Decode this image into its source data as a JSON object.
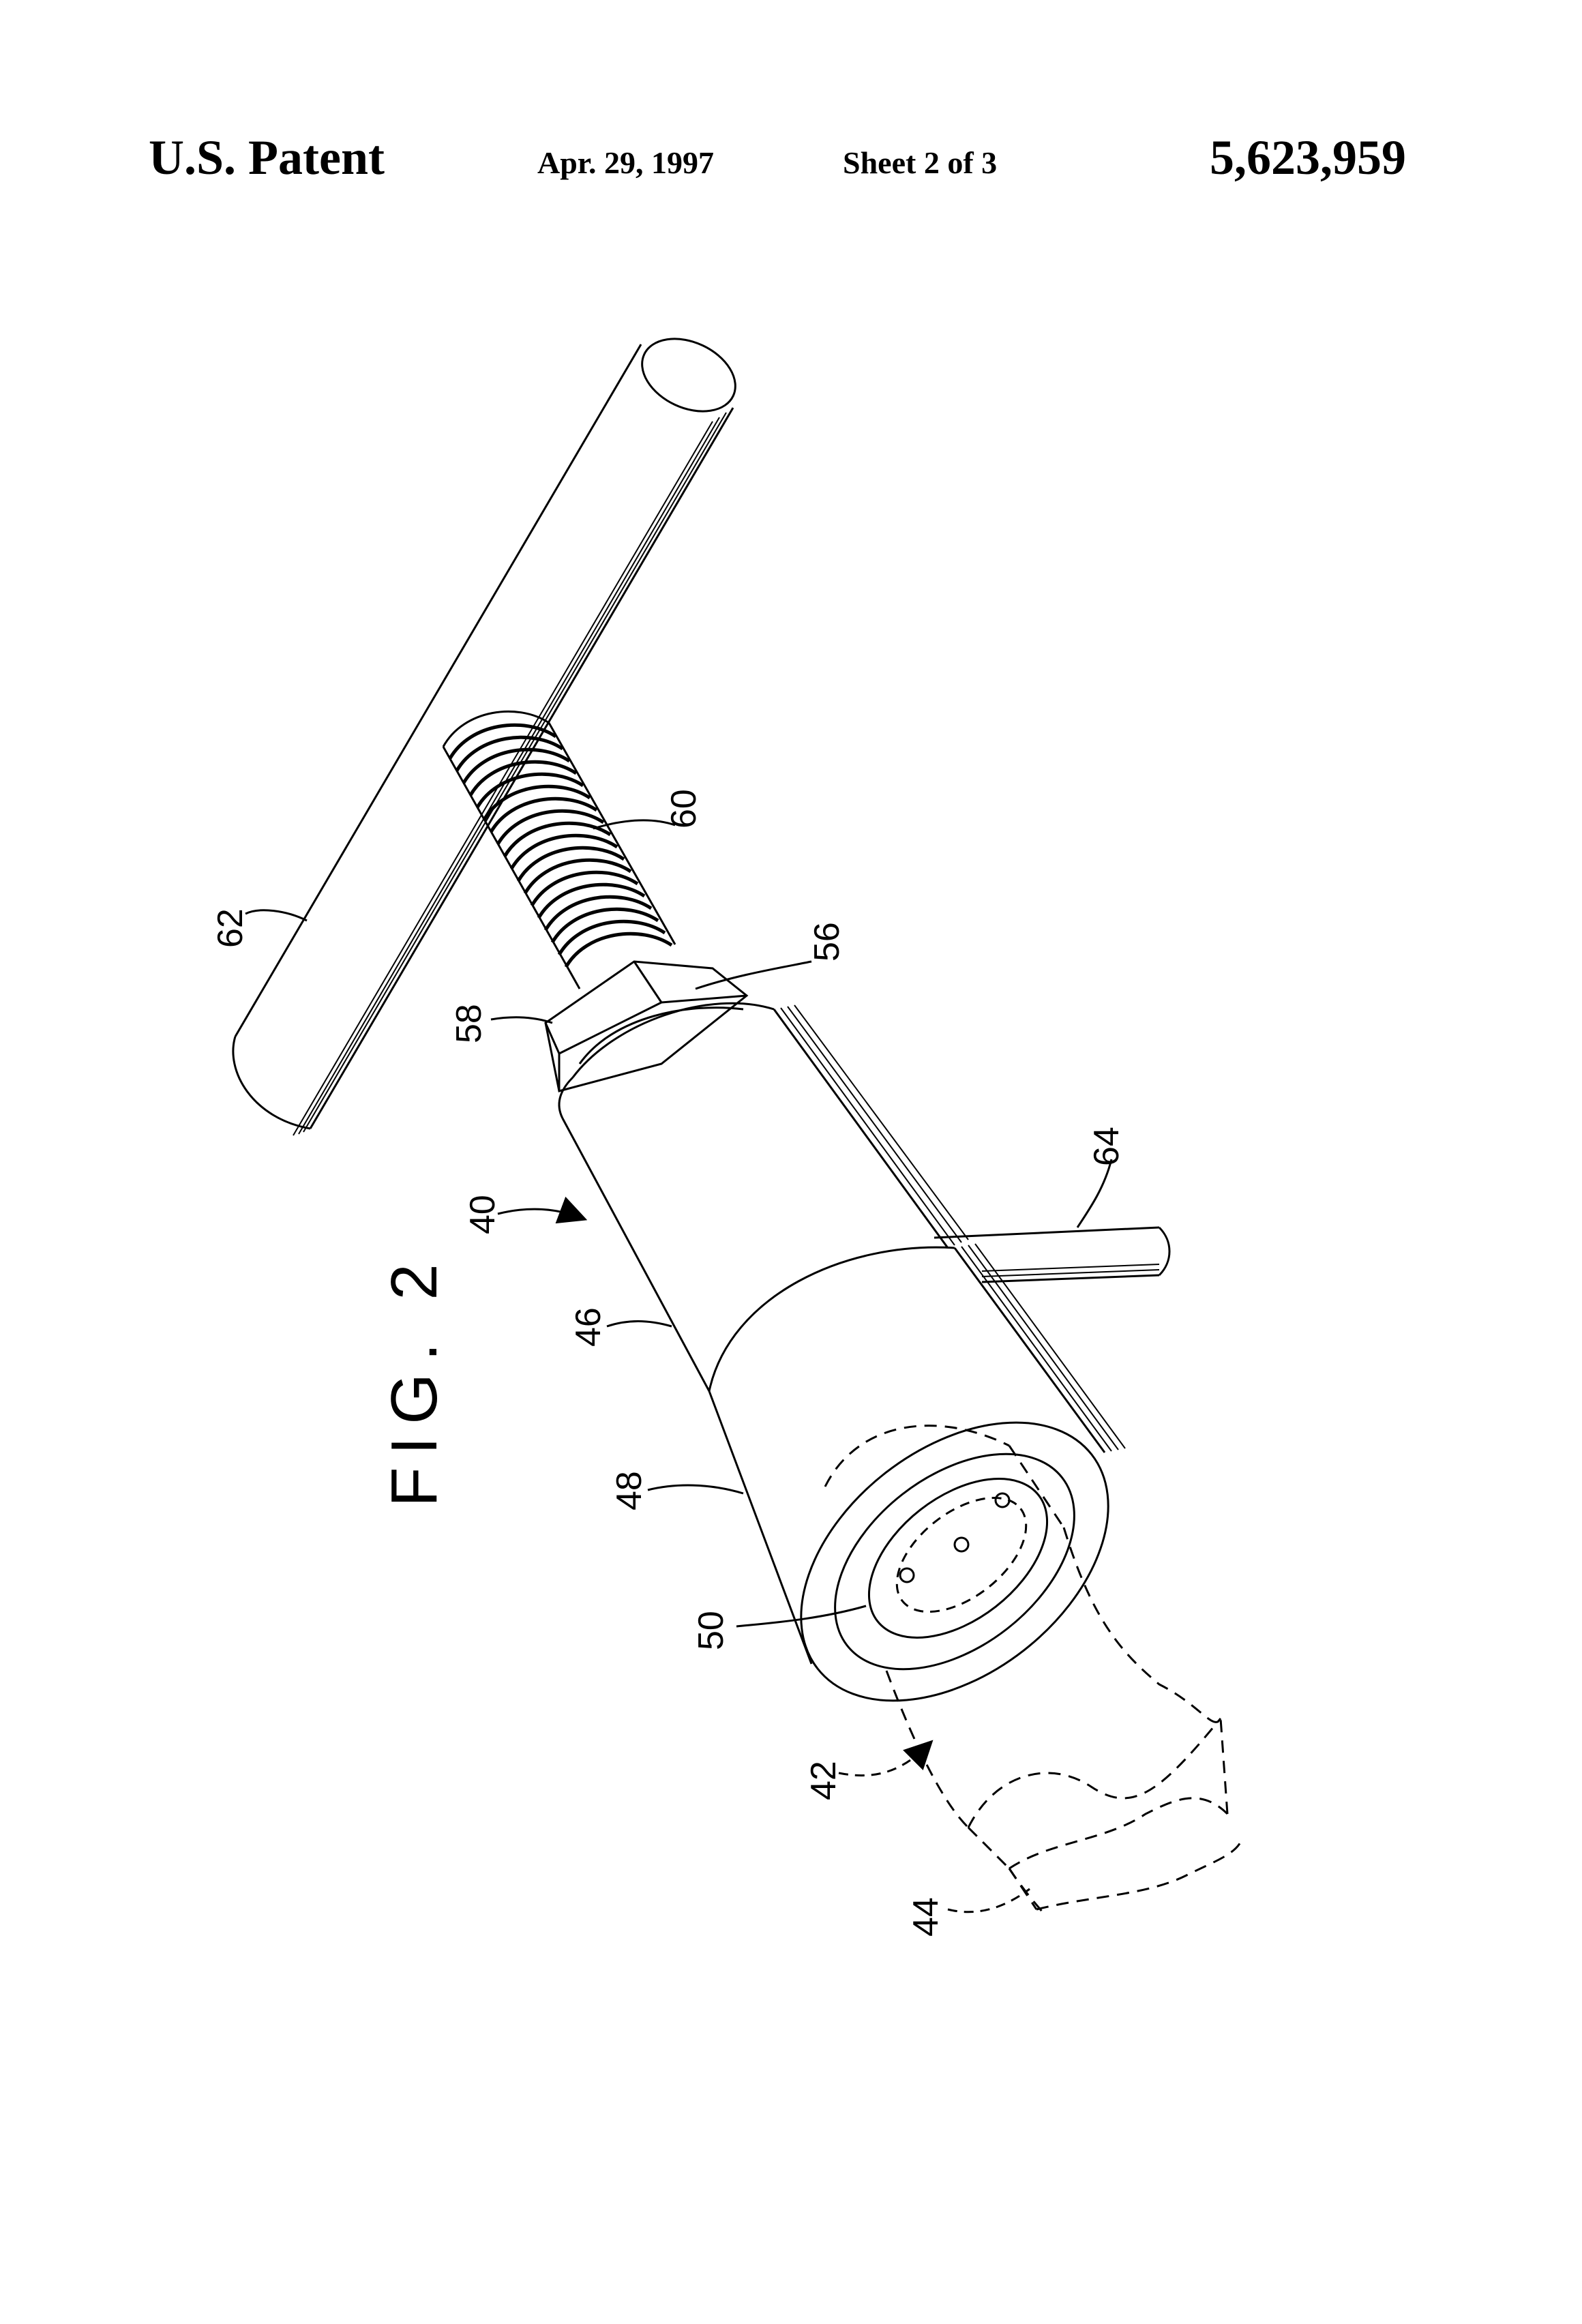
{
  "header": {
    "left": "U.S. Patent",
    "date": "Apr. 29, 1997",
    "sheet": "Sheet 2 of 3",
    "patent_number": "5,623,959"
  },
  "figure": {
    "label": "FIG. 2",
    "references": {
      "r40": "40",
      "r42": "42",
      "r44": "44",
      "r46": "46",
      "r48": "48",
      "r50": "50",
      "r56": "56",
      "r58": "58",
      "r60": "60",
      "r62": "62",
      "r64": "64"
    }
  },
  "colors": {
    "ink": "#000000",
    "paper": "#ffffff"
  }
}
